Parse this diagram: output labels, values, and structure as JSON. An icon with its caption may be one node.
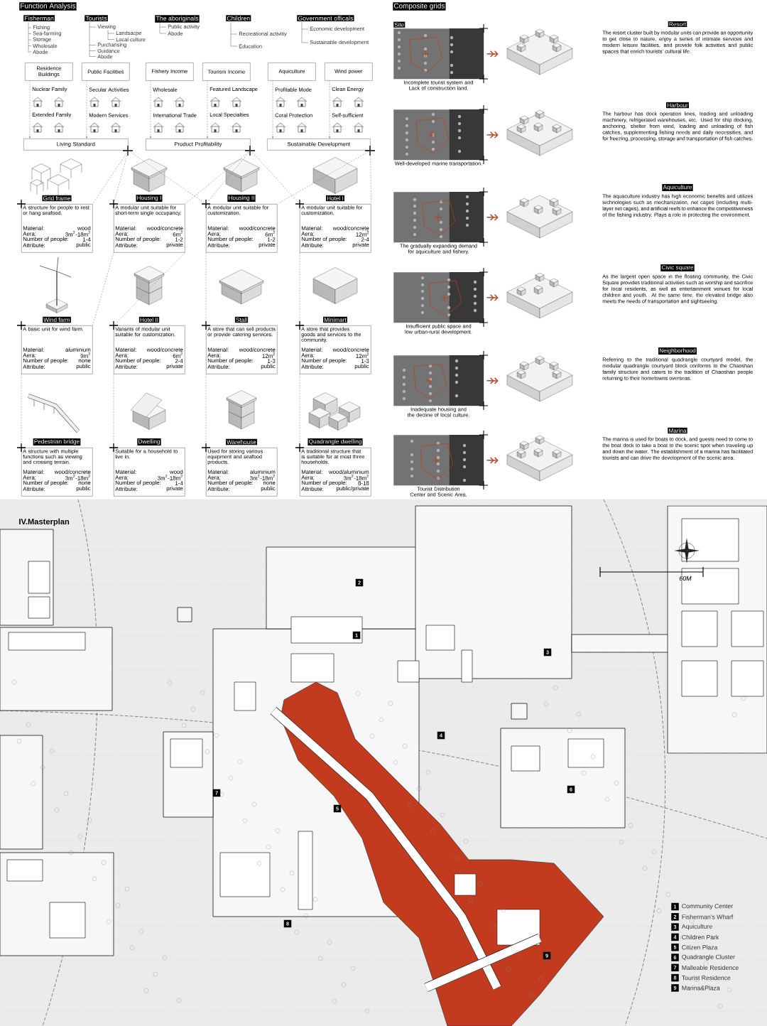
{
  "diagram": {
    "nodes": [
      {
        "text": [
          "Residence Buildings"
        ]
      },
      {
        "text": [
          "Public Facilities"
        ]
      },
      {
        "text": [
          "Fishery Income"
        ]
      },
      {
        "text": [
          "Tourism Income"
        ]
      },
      {
        "text": [
          "Aquiculture"
        ]
      },
      {
        "text": [
          "Wind power"
        ]
      },
      {
        "text": [
          "Living Standard"
        ]
      },
      {
        "text": [
          "Product  Profitability"
        ]
      },
      {
        "text": [
          "Sustainable Development"
        ]
      },
      {
        "text": [
          "Grid frame",
          "A structure for people to rest or hang seafood.",
          "Material:",
          "wood",
          "Aera:",
          "3m$^{2}$-18m$^{2}$",
          "Number of people:",
          "1-4",
          "Attribute:",
          "public"
        ]
      },
      {
        "text": [
          "Housing I",
          "A modular unit suitable for short-term single occupancy.",
          "Material:",
          "wood/concrete",
          "Aera:",
          "6m$^{2}$",
          "Number of people:",
          "1-2",
          "Attribute:",
          "private"
        ]
      },
      {
        "text": [
          "Housing II",
          "A modular unit suitable for customization.",
          "Material:",
          "wood/concrete",
          "Aera:",
          "6m$^{2}$",
          "Number of people:",
          "1-2",
          "Attribute:",
          "private"
        ]
      },
      {
        "text": [
          "Hotel I",
          "A modular unit suitable for customization.",
          "Material:",
          "wood/concrete",
          "Aera:",
          "12m$^{2}$",
          "Number of people:",
          "2-4",
          "Attribute:",
          "private"
        ]
      },
      {
        "text": [
          "Wind farm",
          "A basic unit for wind farm.",
          "Material:",
          "aluminium",
          "Aera:",
          "9m$^{2}$",
          "Number of people:",
          "none",
          "Attribute:",
          "public"
        ]
      },
      {
        "text": [
          "Hotel II",
          "Variants of modular unit suitable for customization.",
          "Material:",
          "wood/concrete",
          "Aera:",
          "6m$^{2}$",
          "Number of people:",
          "2-4",
          "Attribute:",
          "private"
        ]
      },
      {
        "text": [
          "Stall",
          "A store that can sell products or provide catering services.",
          "Material:",
          "wood/concrete",
          "Aera:",
          "12m$^{2}$",
          "Number of people:",
          "1-3",
          "Attribute:",
          "public"
        ]
      },
      {
        "text": [
          "Minimart",
          "A store that provides goods and services to the community.",
          "Material:",
          "wood/concrete",
          "Aera:",
          "12m$^{2}$",
          "Number of people:",
          "1-3",
          "Attribute:",
          "public"
        ]
      },
      {
        "text": [
          "Pedestrian bridge",
          "A structure with multiple functions such as viewing and crossing terrain.",
          "Material:",
          "wood/concrete",
          "Aera:",
          "3m$^{2}$-18m$^{2}$",
          "Number of people:",
          "none",
          "Attribute:",
          "public"
        ]
      },
      {
        "text": [
          "Dwelling",
          "Suitable for a household to live in.",
          "Material:",
          "wood",
          "Aera:",
          "3m$^{2}$-18m$^{2}$",
          "Number of people:",
          "1-4",
          "Attribute:",
          "private"
        ]
      },
      {
        "text": [
          "Warehouse",
          "Used for storing various equipment and seafood products.",
          "Material:",
          "aluminium",
          "Aera:",
          "3m$^{2}$-18m$^{2}$",
          "Number of people:",
          "none",
          "Attribute:",
          "public"
        ]
      },
      {
        "text": [
          "Quadrangle dwelling",
          "A traditional structure that is suitable for at most three households.",
          "Material:",
          "wood/aluminium",
          "Aera:",
          "3m$^{2}$-18m$^{2}$",
          "Number of people:",
          "8-18",
          "Attribute:",
          "public/private"
        ]
      },
      {
        "text": [],
        "shape": "picture",
        "beside": [
          "Site",
          "Incomplete tourist system and Lack of construction land."
        ]
      },
      {
        "text": [],
        "shape": "picture"
      },
      {
        "text": [],
        "shape": "picture",
        "beside": [
          "Well-developed marine transportation."
        ]
      },
      {
        "text": [],
        "shape": "picture"
      },
      {
        "text": [],
        "shape": "picture",
        "beside": [
          "The gradually expanding demand for aquiculture and fishery."
        ]
      },
      {
        "text": [],
        "shape": "picture"
      },
      {
        "text": [],
        "shape": "picture",
        "beside": [
          "Insufficient public space and low urban-rural development."
        ]
      },
      {
        "text": [],
        "shape": "picture"
      },
      {
        "text": [],
        "shape": "picture",
        "beside": [
          "Inadequate housing and the decline of local culture."
        ]
      },
      {
        "text": [],
        "shape": "picture"
      },
      {
        "text": [],
        "shape": "picture",
        "beside": [
          "Tourist Distribution Center and Scenic Area."
        ]
      },
      {
        "text": [],
        "shape": "picture"
      }
    ],
    "edges": [
      {
        "from": 0,
        "to": 6,
        "arrow": "to",
        "style": "dashed"
      },
      {
        "from": 1,
        "to": 6,
        "arrow": "to",
        "style": "dashed"
      },
      {
        "from": 2,
        "to": 7,
        "arrow": "to",
        "style": "dashed"
      },
      {
        "from": 3,
        "to": 7,
        "arrow": "to",
        "style": "dashed"
      },
      {
        "from": 4,
        "to": 8,
        "arrow": "to",
        "style": "dashed"
      },
      {
        "from": 5,
        "to": 8,
        "arrow": "to",
        "style": "dashed"
      },
      {
        "from": 6,
        "to": 9,
        "arrow": "none",
        "style": "dashed"
      },
      {
        "from": 6,
        "to": 10,
        "arrow": "none",
        "style": "dashed"
      },
      {
        "from": 6,
        "to": 11,
        "arrow": "none",
        "style": "dashed"
      },
      {
        "from": 7,
        "to": 10,
        "arrow": "none",
        "style": "dashed"
      },
      {
        "from": 7,
        "to": 11,
        "arrow": "none",
        "style": "dashed"
      },
      {
        "from": 7,
        "to": 12,
        "arrow": "none",
        "style": "dashed"
      },
      {
        "from": 8,
        "to": 12,
        "arrow": "none",
        "style": "dashed"
      },
      {
        "from": 8,
        "to": 11,
        "arrow": "none",
        "style": "dashed"
      },
      {
        "from": 10,
        "to": 13,
        "arrow": "none",
        "style": "dashed"
      },
      {
        "from": 10,
        "to": 14,
        "arrow": "none",
        "style": "dashed"
      },
      {
        "from": 11,
        "to": 15,
        "arrow": "none",
        "style": "dashed"
      },
      {
        "from": 12,
        "to": 16,
        "arrow": "none",
        "style": "dashed"
      },
      {
        "from": 13,
        "to": 17,
        "arrow": "none",
        "style": "dashed"
      },
      {
        "from": 14,
        "to": 18,
        "arrow": "none",
        "style": "dashed"
      },
      {
        "from": 15,
        "to": 19,
        "arrow": "none",
        "style": "dashed"
      },
      {
        "from": 16,
        "to": 20,
        "arrow": "none",
        "style": "dashed"
      },
      {
        "from": 21,
        "to": 22,
        "arrow": "to",
        "color": "#b5482e"
      },
      {
        "from": 23,
        "to": 24,
        "arrow": "to",
        "color": "#b5482e"
      },
      {
        "from": 25,
        "to": 26,
        "arrow": "to",
        "color": "#b5482e"
      },
      {
        "from": 27,
        "to": 28,
        "arrow": "to",
        "color": "#b5482e"
      },
      {
        "from": 29,
        "to": 30,
        "arrow": "to",
        "color": "#b5482e"
      },
      {
        "from": 31,
        "to": 32,
        "arrow": "to",
        "color": "#b5482e"
      }
    ],
    "labels": [
      "Function Analysis",
      "Fisherman",
      "Fishing",
      "Sea-farming",
      "Storage",
      "Wholesale",
      "Abode",
      "Tourists",
      "Viewing",
      "Landsacpe",
      "Local culture",
      "Purchansing",
      "Guidance",
      "Abode",
      "The aboriginals",
      "Public activity",
      "Abode",
      "Children",
      "Recreational activitiy",
      "Education",
      "Government officals",
      "Economic development",
      "Sustainable development",
      "Nuclear Family",
      "Secular Activities",
      "Wholesale",
      "Featured Landscape",
      "Profitable Mode",
      "Clean Energy",
      "Extended Family",
      "Modern Services",
      "International Trade",
      "Local Specialties",
      "Coral Protection",
      "Self-sufficient",
      "Composite grids",
      "Resort",
      "The resort cluster built by modular units can provide an opportunity to get close to nature, enjoy a series of intimate services and modern leisure facilities, and provide folk activities and public spaces that enrich tourists’ cultural life.",
      "Harbour",
      "The harbour has dock operation lines, loading and unloading machinery, refrigerated warehouses, etc. Used for ship docking, anchoring, shelter from wind, loading and unloading of fish catches, supplementing fishing needs and daily necessities, and for freezing, processing, storage and transportation of fish catches.",
      "Aquiculture",
      "The aquaculture industry has high economic benefits and utilizes technologies such as mechanization, net cages (including multi-layer net cages), and artificial reefs to enhance the competitiveness of the fishing industry. Plays a role in protecting the environment.",
      "Civic square",
      "As the largest open space in the floating community, the Civic Square provides traditional activities such as worship and sacrifice for local residents, as well as entertainment venues for local children and youth. At the same time, the elevated bridge also meets the needs of transportation and sightseeing.",
      "Neighborhood",
      "Referring to the traditional quadrangle courtyard model, the modular quadrangle courtyard block conforms to the Chaoshan family structure and caters to the tradition of Chaoshan people returning to their hometowns overseas.",
      "Marina",
      "The marina is used for boats to dock, and guests need to come to the boat dock to take a boat to the scenic spot when traveling up and down the water. The establishment of a marina has facilitated tourists and can drive the development of the scenic area.",
      "IV.Masterplan",
      "60M",
      "1",
      "2",
      "3",
      "4",
      "5",
      "6",
      "7",
      "8",
      "9",
      "1",
      "2",
      "3",
      "4",
      "5",
      "6",
      "7",
      "8",
      "9"
    ],
    "legend": [
      {
        "text": "Community Center"
      },
      {
        "text": "Fisherman's Wharf"
      },
      {
        "text": "Aquiculture"
      },
      {
        "text": "Children Park"
      },
      {
        "text": "Citizen Plaza"
      },
      {
        "text": "Quadrangle Cluster"
      },
      {
        "text": "Malleable Residence"
      },
      {
        "text": "Tourist Residence"
      },
      {
        "text": "Marina&Plaza"
      }
    ]
  }
}
